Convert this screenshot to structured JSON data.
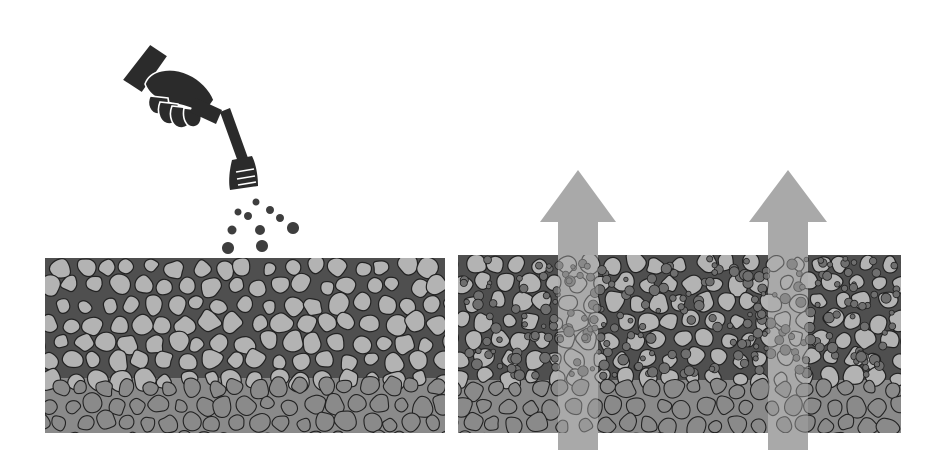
{
  "figure": {
    "panels": [
      {
        "id": "before",
        "state": "sealant spray applied to pebble surface"
      },
      {
        "id": "after",
        "state": "sealed surface with gravel layer; vapour escapes"
      }
    ],
    "colors": {
      "background": "#ffffff",
      "top_layer": "#4f4f4f",
      "bottom_layer": "#8a8a8a",
      "stone_fill": "#b3b3b3",
      "stone_stroke": "#222222",
      "arrow": "#a9a9a9",
      "hand": "#2b2b2b",
      "droplets": "#3e3e3e",
      "sealant_beads": "#6f6f6f"
    },
    "icons": [
      "hand-icon",
      "spray-nozzle-icon",
      "up-arrow-icon"
    ]
  }
}
